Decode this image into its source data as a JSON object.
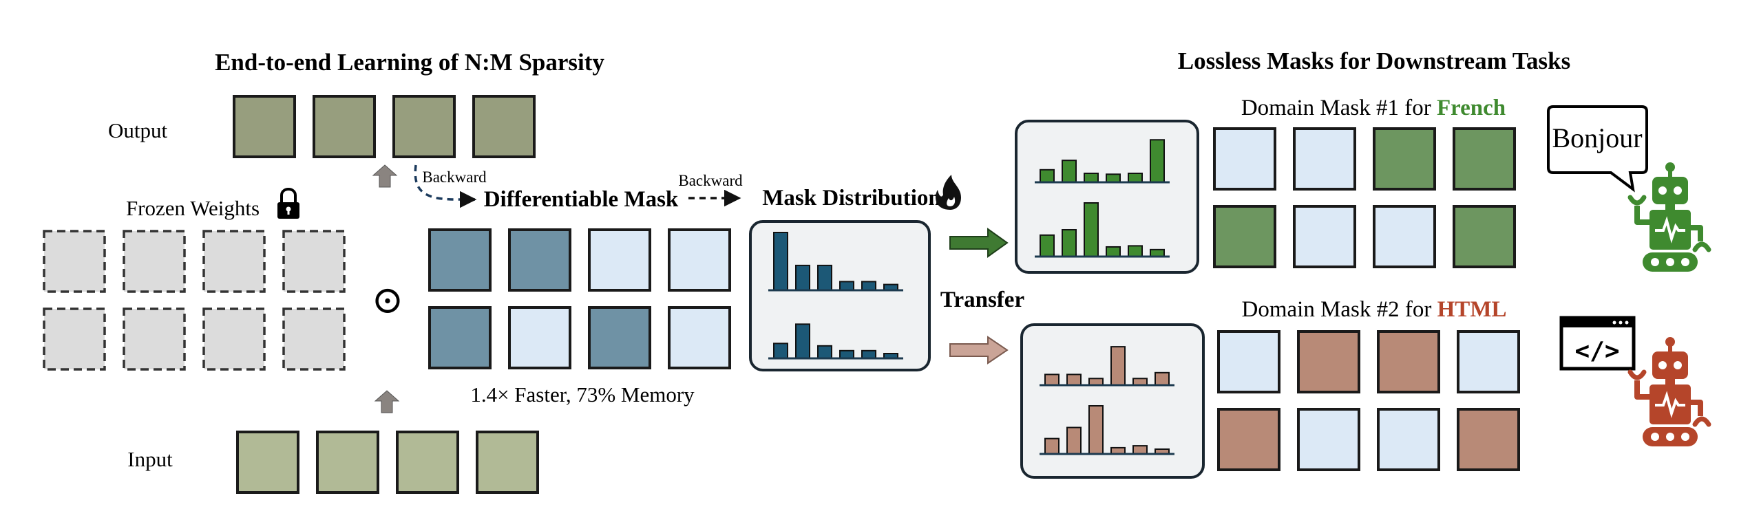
{
  "left": {
    "title": "End-to-end Learning of N:M Sparsity",
    "output_label": "Output",
    "frozen_label": "Frozen Weights",
    "input_label": "Input",
    "op_symbol": "⊙",
    "backward_1": "Backward",
    "backward_2": "Backward",
    "diff_mask_label": "Differentiable Mask",
    "mask_dist_label": "Mask Distribution",
    "speed_text": "1.4× Faster, 73% Memory"
  },
  "transfer_label": "Transfer",
  "right": {
    "title": "Lossless Masks for Downstream Tasks",
    "mask1_prefix": "Domain Mask #1 for ",
    "mask1_lang": "French",
    "mask2_prefix": "Domain Mask #2 for ",
    "mask2_lang": "HTML",
    "speech_text": "Bonjour",
    "code_text": "</>"
  },
  "colors": {
    "output_block": "#979e7e",
    "input_block": "#b1ba96",
    "frozen_block": "#dcdcdc",
    "mask_dark": "#6f92a5",
    "mask_light": "#dce9f6",
    "dist_bar": "#1c5876",
    "french": "#3f8a2f",
    "french_block": "#6d9660",
    "html": "#b5452a",
    "html_block": "#b88a77",
    "robot_green": "#3f8a2f",
    "robot_orange": "#b5452a"
  },
  "mask_pattern": [
    [
      1,
      1,
      0,
      0
    ],
    [
      1,
      0,
      1,
      0
    ]
  ],
  "french_pattern": [
    [
      0,
      0,
      1,
      1
    ],
    [
      1,
      0,
      0,
      1
    ]
  ],
  "html_pattern": [
    [
      0,
      1,
      1,
      0
    ],
    [
      1,
      0,
      0,
      1
    ]
  ],
  "dist_bars_top": [
    1.0,
    0.43,
    0.43,
    0.15,
    0.15,
    0.1
  ],
  "dist_bars_bottom": [
    0.31,
    0.71,
    0.26,
    0.16,
    0.16,
    0.1
  ],
  "french_bars_top": [
    0.28,
    0.49,
    0.2,
    0.18,
    0.2,
    0.95
  ],
  "french_bars_bottom": [
    0.4,
    0.5,
    1.0,
    0.18,
    0.2,
    0.13
  ],
  "html_bars_top": [
    0.24,
    0.24,
    0.15,
    0.86,
    0.15,
    0.28
  ],
  "html_bars_bottom": [
    0.32,
    0.55,
    1.0,
    0.13,
    0.17,
    0.1
  ]
}
